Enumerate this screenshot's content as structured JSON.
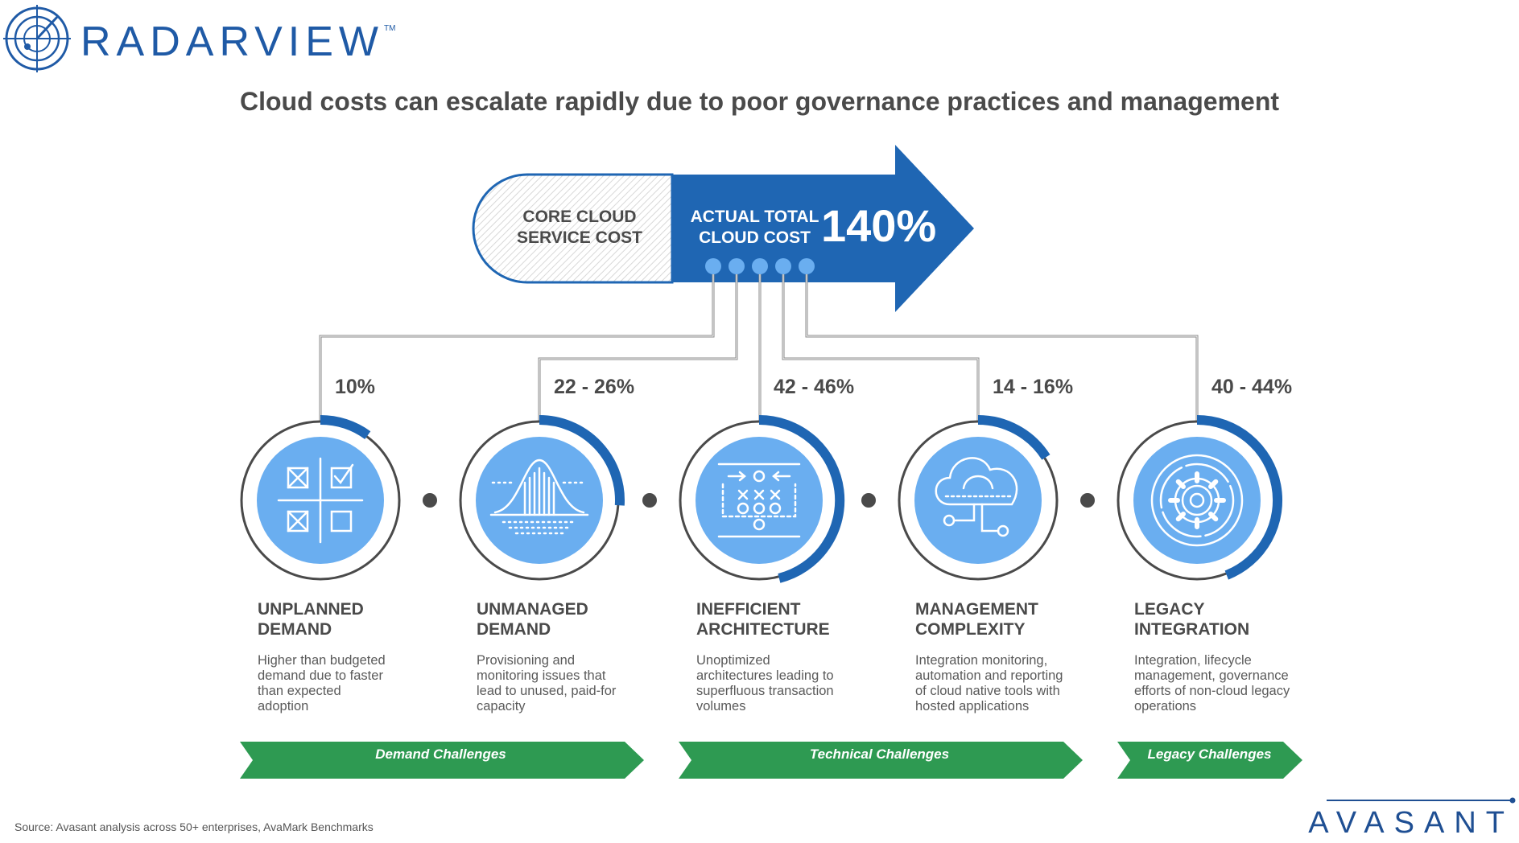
{
  "brand": {
    "name": "RADARVIEW",
    "tm": "TM"
  },
  "headline": "Cloud costs can escalate rapidly due to poor governance practices and management",
  "cost_arrow": {
    "core_label_line1": "CORE CLOUD",
    "core_label_line2": "SERVICE COST",
    "actual_label_line1": "ACTUAL TOTAL",
    "actual_label_line2": "CLOUD COST",
    "actual_pct": "140%"
  },
  "categories": [
    {
      "pct_text": "10%",
      "level": 0.1,
      "title1": "UNPLANNED",
      "title2": "DEMAND",
      "desc": [
        "Higher than budgeted",
        "demand due to faster",
        "than expected",
        "adoption"
      ],
      "icon": "grid-check-icon"
    },
    {
      "pct_text": "22 - 26%",
      "level": 0.26,
      "title1": "UNMANAGED",
      "title2": "DEMAND",
      "desc": [
        "Provisioning and",
        "monitoring issues that",
        "lead to unused, paid-for",
        "capacity"
      ],
      "icon": "bell-curve-icon"
    },
    {
      "pct_text": "42 - 46%",
      "level": 0.46,
      "title1": "INEFFICIENT",
      "title2": "ARCHITECTURE",
      "desc": [
        "Unoptimized",
        "architectures leading to",
        "superfluous transaction",
        "volumes"
      ],
      "icon": "architecture-icon"
    },
    {
      "pct_text": "14 - 16%",
      "level": 0.16,
      "title1": "MANAGEMENT",
      "title2": "COMPLEXITY",
      "desc": [
        "Integration monitoring,",
        "automation and reporting",
        "of cloud native tools with",
        "hosted applications"
      ],
      "icon": "cloud-network-icon"
    },
    {
      "pct_text": "40 - 44%",
      "level": 0.44,
      "title1": "LEGACY",
      "title2": "INTEGRATION",
      "desc": [
        "Integration, lifecycle",
        "management, governance",
        "efforts of non-cloud legacy",
        "operations"
      ],
      "icon": "gear-target-icon"
    }
  ],
  "bands": [
    {
      "label": "Demand Challenges"
    },
    {
      "label": "Technical Challenges"
    },
    {
      "label": "Legacy Challenges"
    }
  ],
  "source": "Source: Avasant analysis across 50+ enterprises, AvaMark Benchmarks",
  "footer_brand": "AVASANT",
  "colors": {
    "primary": "#1f66b3",
    "light": "#6aaef0",
    "green": "#2e9a52",
    "gray": "#4a4a4a"
  }
}
